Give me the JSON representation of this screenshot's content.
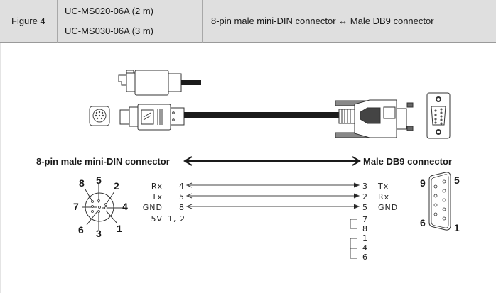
{
  "header": {
    "figure_label": "Figure 4",
    "models": [
      "UC-MS020-06A (2 m)",
      "UC-MS030-06A (3 m)"
    ],
    "description": "8-pin male mini-DIN connector ↔ Male DB9 connector"
  },
  "diagram": {
    "left_connector_label": "8-pin male mini-DIN connector",
    "right_connector_label": "Male DB9 connector",
    "mini_din_pins": [
      "8",
      "5",
      "2",
      "7",
      "4",
      "6",
      "3",
      "1"
    ],
    "db9_pins": [
      "9",
      "5",
      "6",
      "1"
    ],
    "wiring": [
      {
        "signal": "Rx",
        "din_pin": "4",
        "db9_pin": "3",
        "db9_signal": "Tx"
      },
      {
        "signal": "Tx",
        "din_pin": "5",
        "db9_pin": "2",
        "db9_signal": "Rx"
      },
      {
        "signal": "GND",
        "din_pin": "8",
        "db9_pin": "5",
        "db9_signal": "GND"
      }
    ],
    "unconnected": {
      "signal": "5V",
      "din_pins": "1, 2"
    },
    "db9_jumpers": [
      {
        "pins": [
          "7",
          "8"
        ]
      },
      {
        "pins": [
          "1",
          "4",
          "6"
        ]
      }
    ]
  }
}
